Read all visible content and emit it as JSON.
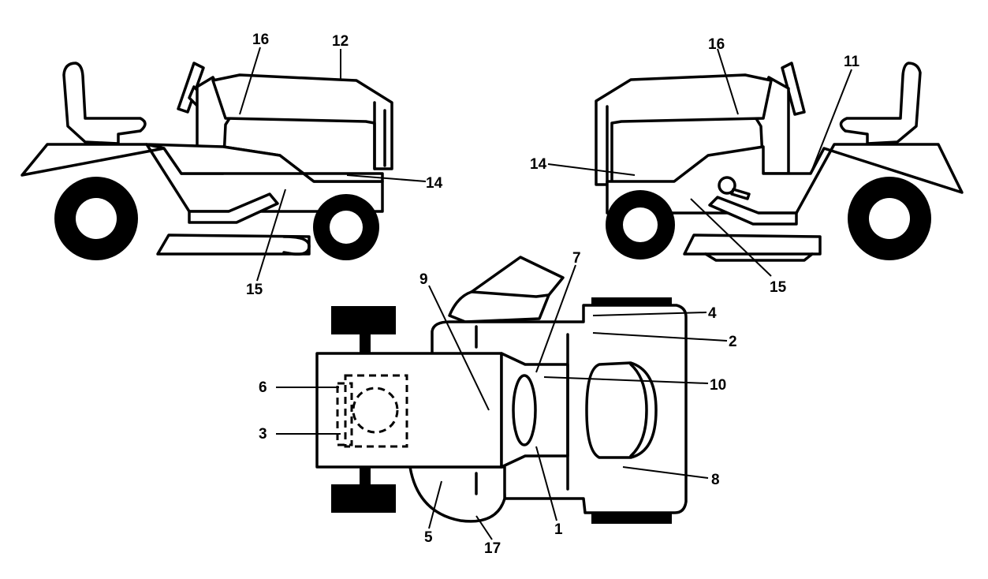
{
  "callouts": {
    "left_16": "16",
    "left_12": "12",
    "left_14": "14",
    "left_15": "15",
    "right_16": "16",
    "right_11": "11",
    "right_14": "14",
    "right_15": "15",
    "top_9": "9",
    "top_7": "7",
    "top_4": "4",
    "top_2": "2",
    "top_10": "10",
    "top_6": "6",
    "top_3": "3",
    "top_8": "8",
    "top_5": "5",
    "top_1": "1",
    "top_17": "17"
  }
}
